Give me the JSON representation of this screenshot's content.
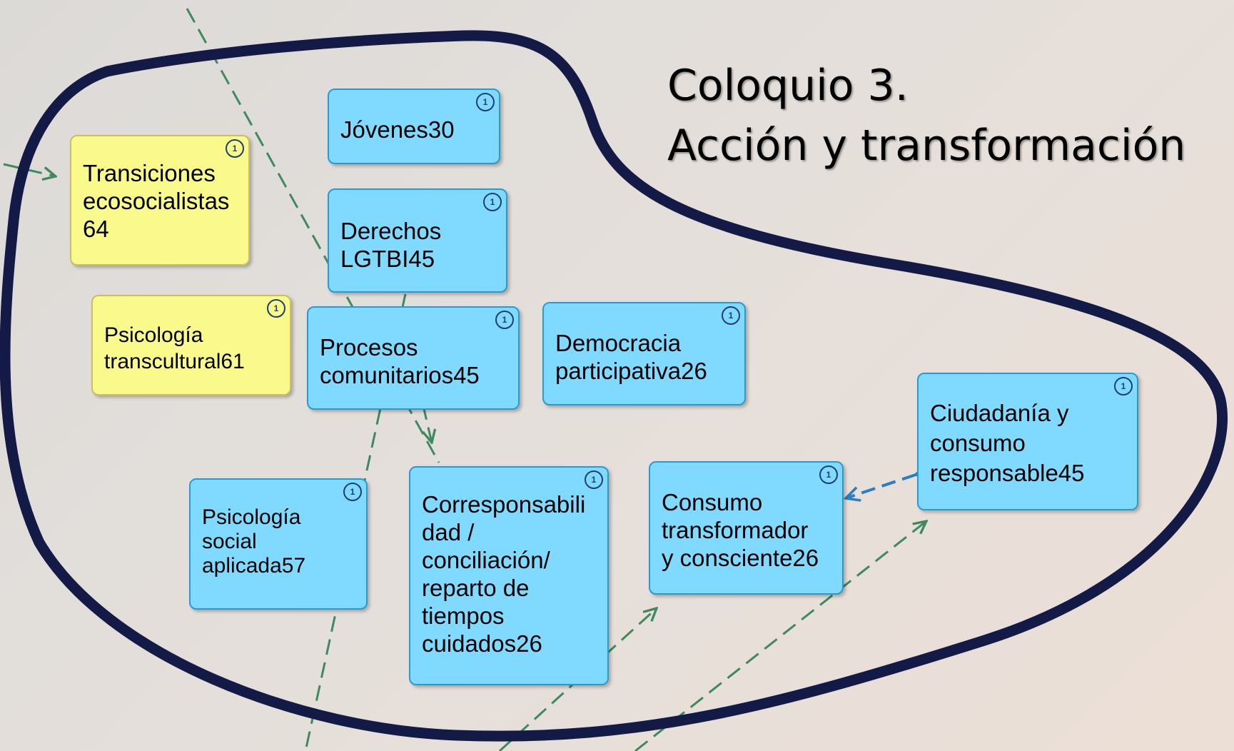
{
  "title": {
    "line1": "Coloquio 3.",
    "line2": "Acción y transformación"
  },
  "nodes": [
    {
      "id": "jovenes",
      "label": "Jóvenes30",
      "badge": "1",
      "color": "blue"
    },
    {
      "id": "transiciones",
      "label": "Transiciones\necosocialistas\n64",
      "badge": "1",
      "color": "yellow"
    },
    {
      "id": "derechos",
      "label": "Derechos\nLGTBI45",
      "badge": "1",
      "color": "blue"
    },
    {
      "id": "psico-transcultural",
      "label": "Psicología\ntranscultural61",
      "badge": "1",
      "color": "yellow"
    },
    {
      "id": "procesos",
      "label": "Procesos\ncomunitarios45",
      "badge": "1",
      "color": "blue"
    },
    {
      "id": "democracia",
      "label": "Democracia\nparticipativa26",
      "badge": "1",
      "color": "blue"
    },
    {
      "id": "ciudadania",
      "label": "Ciudadanía y\nconsumo\nresponsable45",
      "badge": "1",
      "color": "blue"
    },
    {
      "id": "psico-social",
      "label": "Psicología\nsocial\naplicada57",
      "badge": "1",
      "color": "blue"
    },
    {
      "id": "corresponsabilidad",
      "label": "Corresponsabili\ndad /\nconciliación/\nreparto de\ntiempos\ncuidados26",
      "badge": "1",
      "color": "blue"
    },
    {
      "id": "consumo-transformador",
      "label": "Consumo\ntransformador\ny consciente26",
      "badge": "1",
      "color": "blue"
    }
  ],
  "colors": {
    "blob_outline": "#131a45",
    "connector_green": "#3e8a5e",
    "connector_blue": "#2a7ec4",
    "node_blue": "#80daff",
    "node_yellow": "#fafa8c"
  }
}
